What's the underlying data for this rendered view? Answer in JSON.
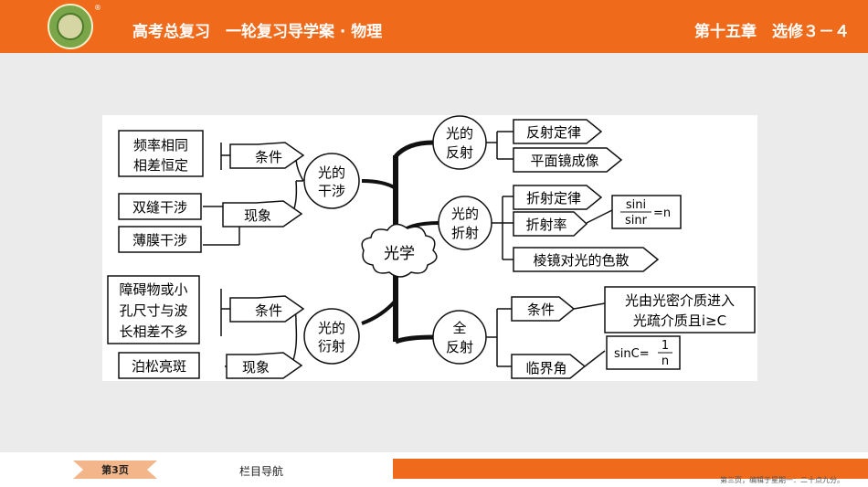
{
  "header": {
    "title": "高考总复习　一轮复习导学案 · 物理",
    "chapter": "第十五章　选修３－４"
  },
  "diagram": {
    "center": "光学",
    "interference": {
      "label": [
        "光的",
        "干涉"
      ],
      "conditions_label": "条件",
      "conditions_text": [
        "频率相同",
        "相差恒定"
      ],
      "phenomena_label": "现象",
      "phenomena": [
        "双缝干涉",
        "薄膜干涉"
      ]
    },
    "diffraction": {
      "label": [
        "光的",
        "衍射"
      ],
      "conditions_label": "条件",
      "conditions_text": [
        "障碍物或小",
        "孔尺寸与波",
        "长相差不多"
      ],
      "phenomena_label": "现象",
      "phenomena_text": "泊松亮斑"
    },
    "reflection": {
      "label": [
        "光的",
        "反射"
      ],
      "items": [
        "反射定律",
        "平面镜成像"
      ]
    },
    "refraction": {
      "label": [
        "光的",
        "折射"
      ],
      "items": [
        "折射定律",
        "折射率",
        "棱镜对光的色散"
      ],
      "formula": {
        "num": "sini",
        "den": "sinr",
        "rhs": "=n"
      }
    },
    "total_reflection": {
      "label": [
        "全",
        "反射"
      ],
      "conditions_label": "条件",
      "conditions_text": [
        "光由光密介质进入",
        "光疏介质且i≥C"
      ],
      "angle_label": "临界角",
      "formula": {
        "lhs": "sinC=",
        "num": "1",
        "den": "n"
      }
    }
  },
  "footer": {
    "page": "第3页",
    "nav": "栏目导航",
    "page_note": "第三页，编辑于星期一：二十点九分。"
  }
}
